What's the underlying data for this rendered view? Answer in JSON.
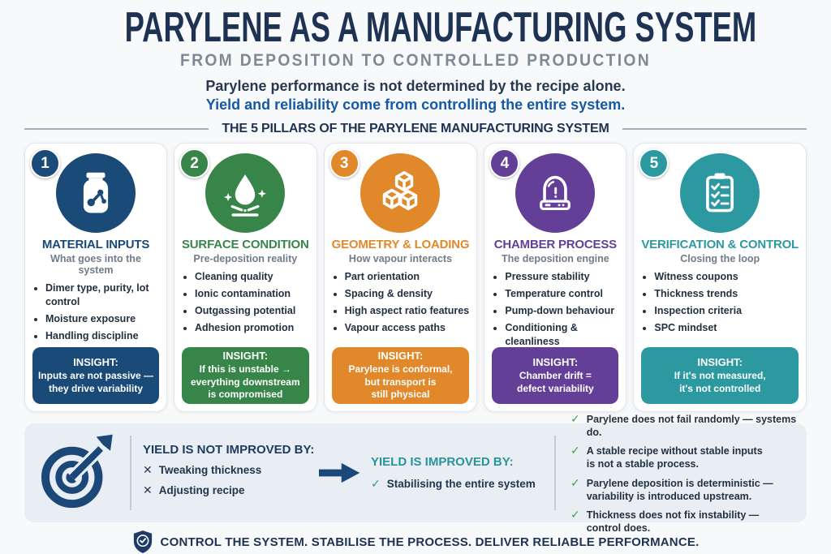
{
  "header": {
    "title": "PARYLENE AS A MANUFACTURING SYSTEM",
    "subtitle": "FROM DEPOSITION TO CONTROLLED PRODUCTION",
    "intro_line1": "Parylene performance is not determined by the recipe alone.",
    "intro_line2": "Yield and reliability come from controlling the entire system.",
    "pillars_heading": "THE 5 PILLARS OF THE PARYLENE MANUFACTURING SYSTEM"
  },
  "pillars": [
    {
      "number": "1",
      "title": "MATERIAL INPUTS",
      "subtitle": "What goes into the system",
      "icon": "jar-molecule-icon",
      "color": "#1a4a78",
      "bullets": [
        "Dimer type, purity, lot control",
        "Moisture exposure",
        "Handling discipline"
      ],
      "insight_label": "INSIGHT:",
      "insight_text": "Inputs are not passive —\nthey drive variability"
    },
    {
      "number": "2",
      "title": "SURFACE CONDITION",
      "subtitle": "Pre-deposition reality",
      "icon": "droplet-surface-icon",
      "color": "#388549",
      "bullets": [
        "Cleaning quality",
        "Ionic contamination",
        "Outgassing potential",
        "Adhesion promotion"
      ],
      "insight_label": "INSIGHT:",
      "insight_text": "If this is unstable →\neverything downstream\nis compromised"
    },
    {
      "number": "3",
      "title": "GEOMETRY & LOADING",
      "subtitle": "How vapour interacts",
      "icon": "cubes-icon",
      "color": "#e0882a",
      "bullets": [
        "Part orientation",
        "Spacing & density",
        "High aspect ratio features",
        "Vapour access paths"
      ],
      "insight_label": "INSIGHT:",
      "insight_text": "Parylene is conformal,\nbut transport is\nstill physical"
    },
    {
      "number": "4",
      "title": "CHAMBER PROCESS",
      "subtitle": "The deposition engine",
      "icon": "chamber-icon",
      "color": "#633f97",
      "bullets": [
        "Pressure stability",
        "Temperature control",
        "Pump-down behaviour",
        "Conditioning & cleanliness"
      ],
      "insight_label": "INSIGHT:",
      "insight_text": "Chamber drift =\ndefect variability"
    },
    {
      "number": "5",
      "title": "VERIFICATION & CONTROL",
      "subtitle": "Closing the loop",
      "icon": "clipboard-checklist-icon",
      "color": "#2c99a1",
      "bullets": [
        "Witness coupons",
        "Thickness trends",
        "Inspection criteria",
        "SPC mindset"
      ],
      "insight_label": "INSIGHT:",
      "insight_text": "If it's not measured,\nit's not controlled"
    }
  ],
  "summary": {
    "not_improved_heading": "YIELD IS NOT IMPROVED BY:",
    "not_improved_items": [
      "Tweaking thickness",
      "Adjusting recipe"
    ],
    "improved_heading": "YIELD IS IMPROVED BY:",
    "improved_items": [
      "Stabilising the entire system"
    ],
    "takeaways": [
      "Parylene does not fail randomly — systems do.",
      "A stable recipe without stable inputs\nis not a stable process.",
      "Parylene deposition is deterministic —\nvariability is introduced upstream.",
      "Thickness does not fix instability —\ncontrol does."
    ]
  },
  "footer": {
    "tagline": "CONTROL THE SYSTEM. STABILISE THE PROCESS. DELIVER RELIABLE PERFORMANCE."
  },
  "colors": {
    "navy": "#1a4a78",
    "green": "#388549",
    "orange": "#e0882a",
    "purple": "#633f97",
    "teal": "#2c99a1",
    "dark_navy_text": "#1e3254",
    "accent_blue": "#1659a4",
    "muted_gray": "#7e8994",
    "panel_bg": "#e8eef4",
    "check_green": "#3f9d4e",
    "body_text": "#24313f"
  }
}
